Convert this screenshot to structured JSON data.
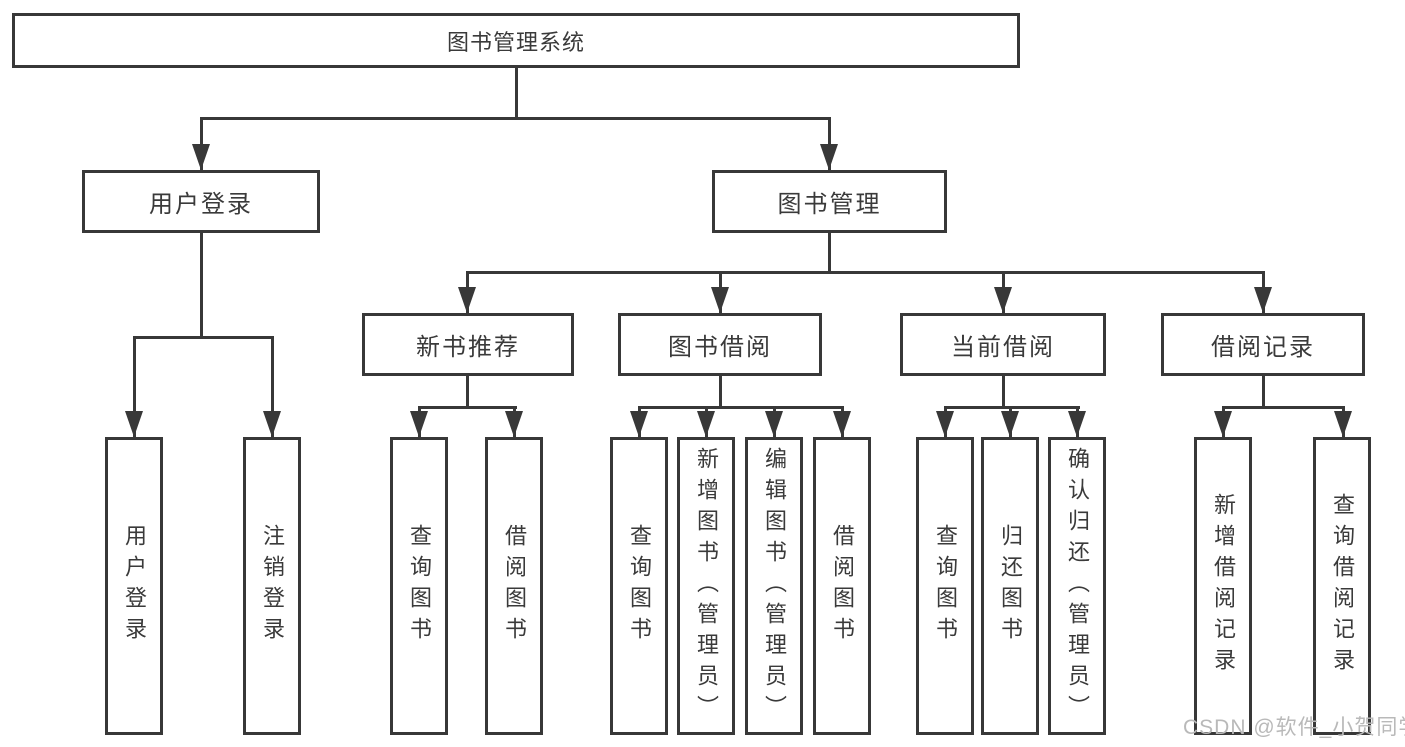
{
  "tree": {
    "label": "图书管理系统",
    "children": [
      {
        "label": "用户登录",
        "children": [
          {
            "label": "用户登录"
          },
          {
            "label": "注销登录"
          }
        ]
      },
      {
        "label": "图书管理",
        "children": [
          {
            "label": "新书推荐",
            "children": [
              {
                "label": "查询图书"
              },
              {
                "label": "借阅图书"
              }
            ]
          },
          {
            "label": "图书借阅",
            "children": [
              {
                "label": "查询图书"
              },
              {
                "label": "新增图书（管理员）"
              },
              {
                "label": "编辑图书（管理员）"
              },
              {
                "label": "借阅图书"
              }
            ]
          },
          {
            "label": "当前借阅",
            "children": [
              {
                "label": "查询图书"
              },
              {
                "label": "归还图书"
              },
              {
                "label": "确认归还（管理员）"
              }
            ]
          },
          {
            "label": "借阅记录",
            "children": [
              {
                "label": "新增借阅记录"
              },
              {
                "label": "查询借阅记录"
              }
            ]
          }
        ]
      }
    ]
  },
  "watermark": "CSDN @软件_小贺同学",
  "colors": {
    "background": "#ffffff",
    "line": "#383838",
    "text": "#3a3a3a",
    "watermark": "#b9b9b9"
  }
}
